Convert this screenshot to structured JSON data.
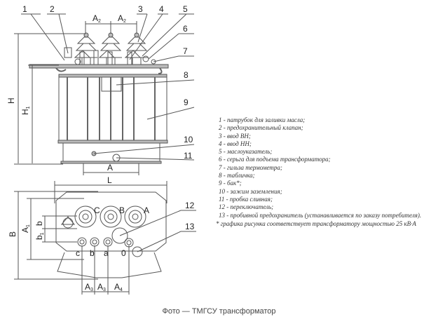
{
  "callouts": [
    "1",
    "2",
    "3",
    "4",
    "5",
    "6",
    "7",
    "8",
    "9",
    "10",
    "11",
    "12",
    "13"
  ],
  "dimensions": {
    "H": "H",
    "H1": "H",
    "H1_sub": "1",
    "A": "A",
    "A2": "A",
    "A2_sub": "2",
    "L": "L",
    "B": "B",
    "A1": "A",
    "A1_sub": "1",
    "b": "b",
    "b1": "b",
    "b1_sub": "1",
    "A3": "A",
    "A3_sub": "3",
    "A4": "A",
    "A4_sub": "4"
  },
  "terminals": {
    "hv": [
      "C",
      "B",
      "A"
    ],
    "lv": [
      "c",
      "b",
      "a",
      "0"
    ]
  },
  "legend": {
    "items": [
      "1 - патрубок для заливки масла;",
      "2 - предохранительный клапан;",
      "3 - ввод ВН;",
      "4 - ввод НН;",
      "5 - маслоуказатель;",
      "6 - серьга для подъема трансформатора;",
      "7 - гильза термометра;",
      "8 - табличка;",
      "9 - бак*;",
      "10 - зажим заземления;",
      "11 - пробка сливная;",
      "12 - переключатель;",
      "13 - пробивной предохранитель (устанавливается по заказу потребителя)."
    ],
    "note": "* графика рисунка соответствует трансформатору мощностью 25 кВ·А"
  },
  "caption": "Фото — ТМГСУ трансформатор"
}
